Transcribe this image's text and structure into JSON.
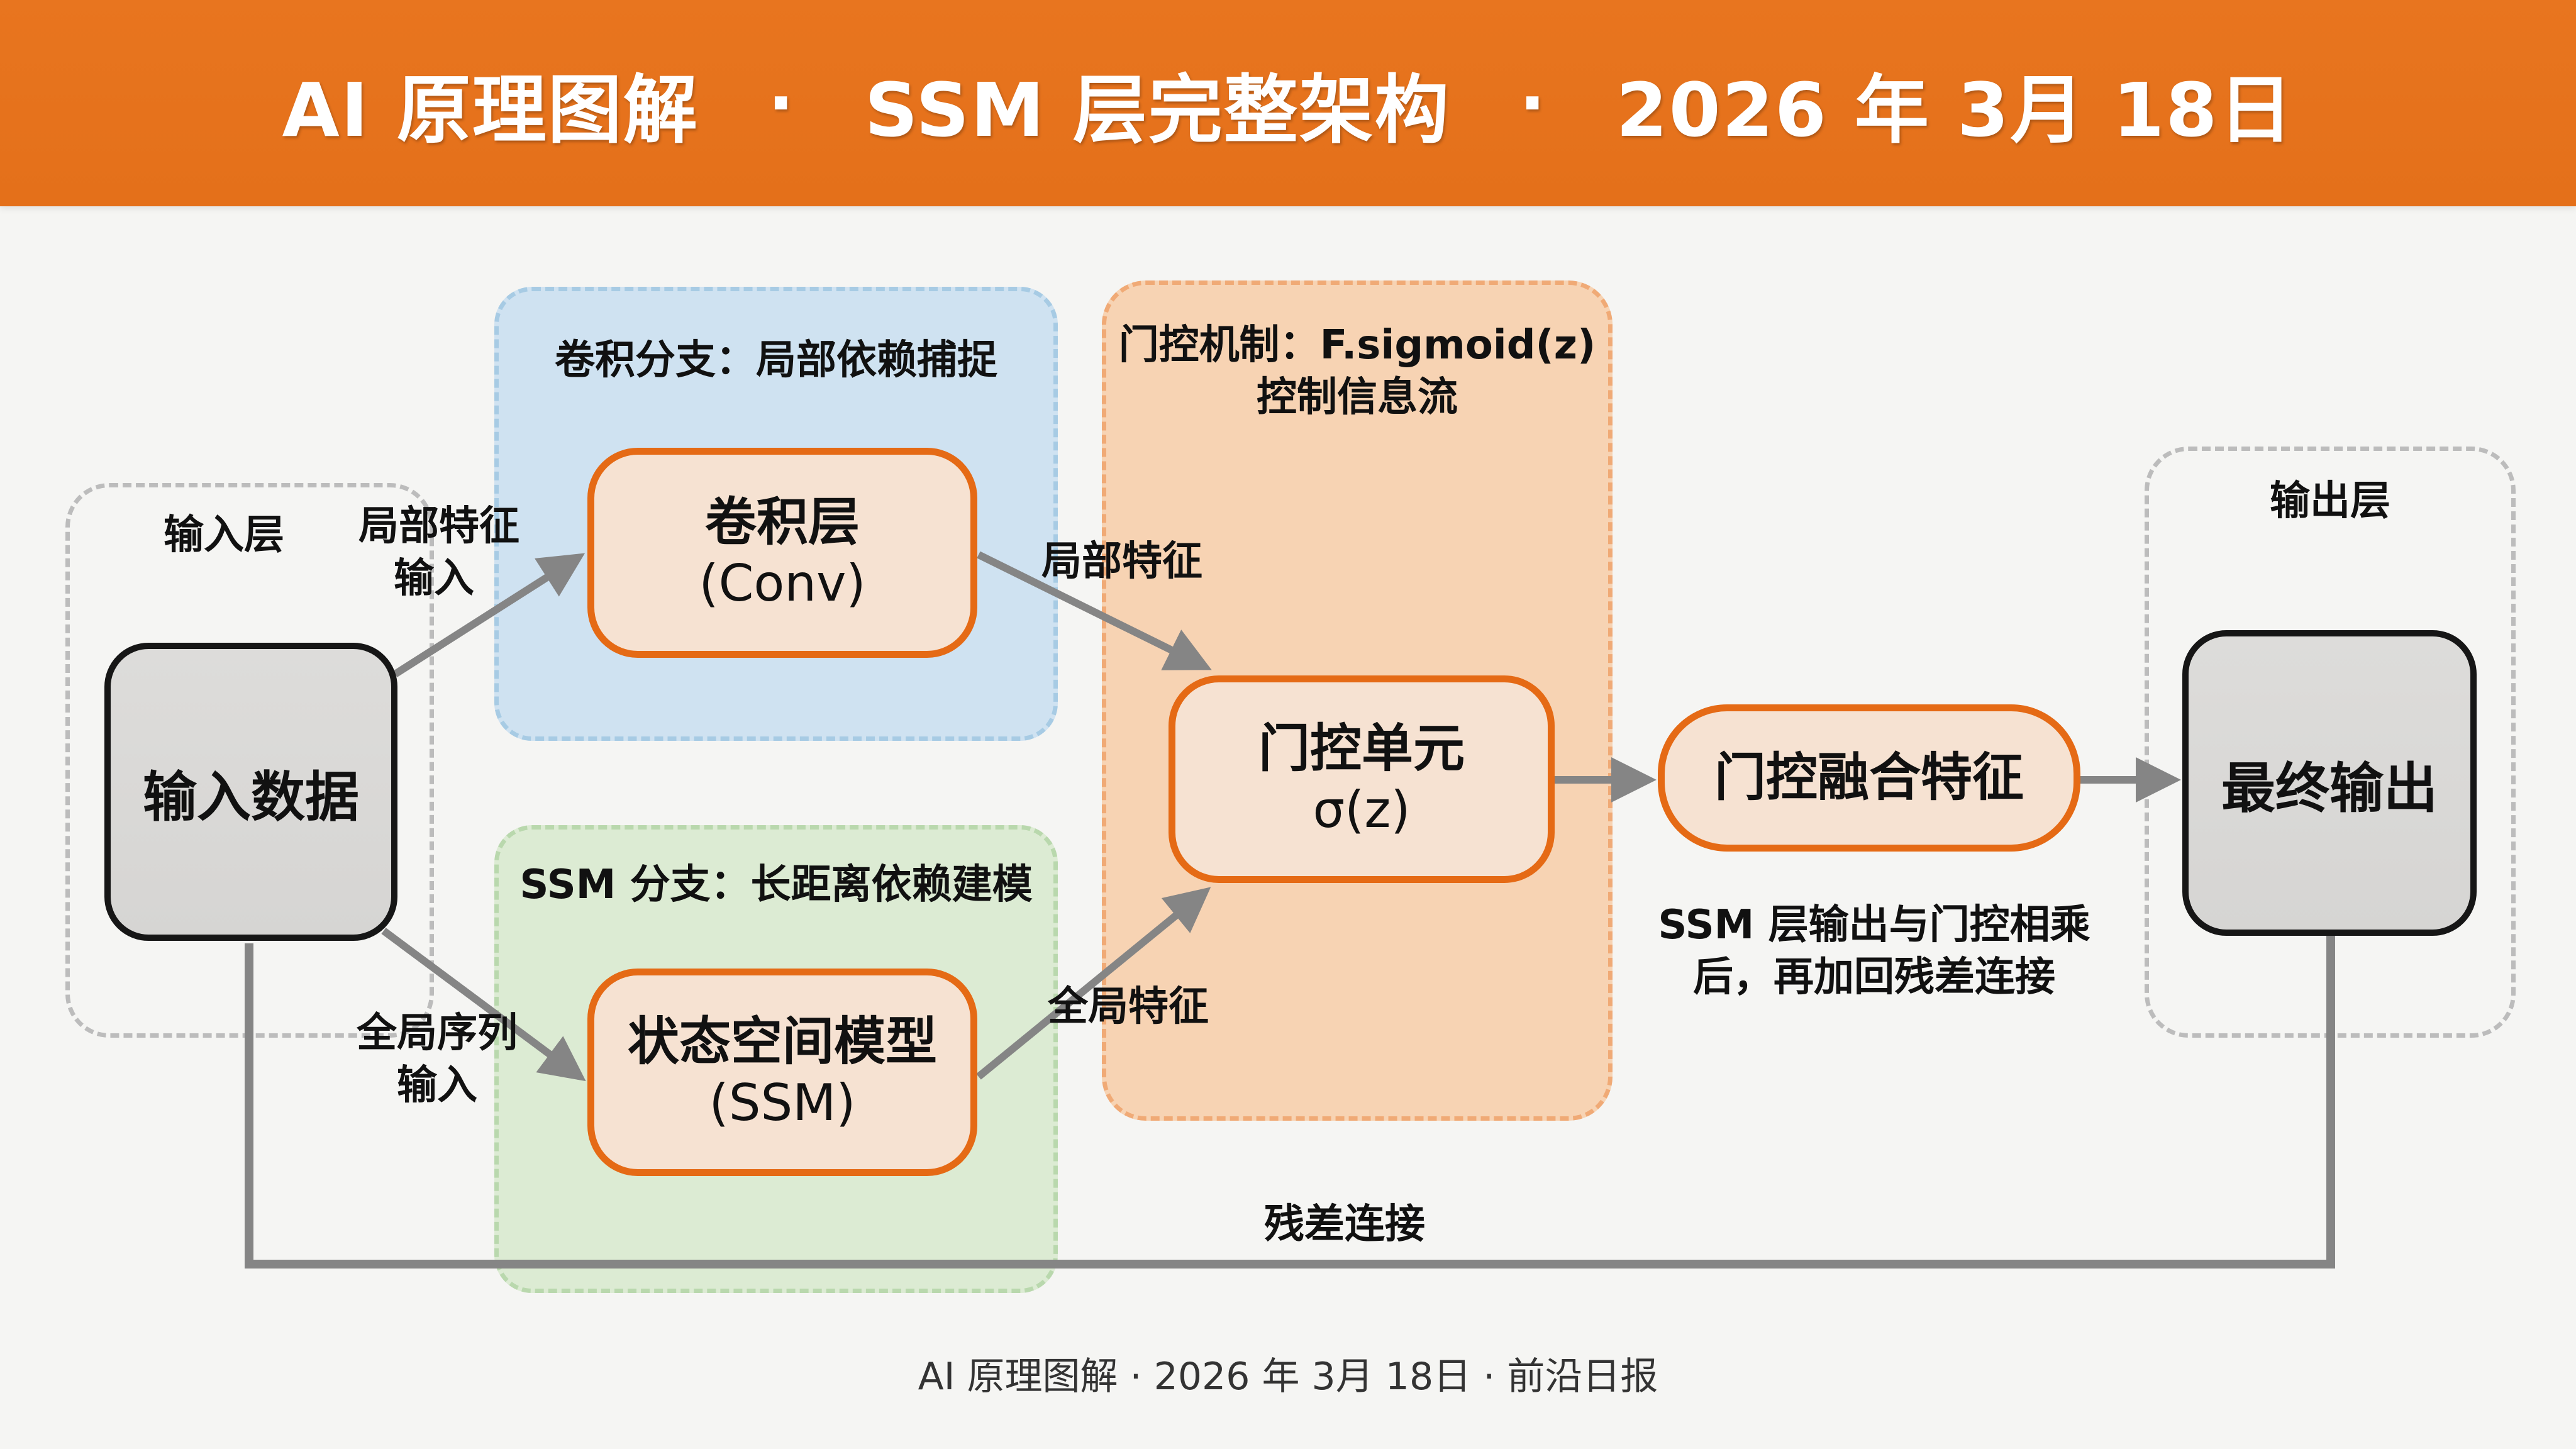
{
  "header": {
    "title_parts": [
      "AI 原理图解",
      "SSM 层完整架构",
      "2026 年 3月 18日"
    ],
    "separator": "·",
    "background_color": "#e6731c"
  },
  "groups": {
    "input_layer": {
      "label": "输入层"
    },
    "conv_branch": {
      "label": "卷积分支：局部依赖捕捉",
      "color": "#cfe2f1"
    },
    "ssm_branch": {
      "label": "SSM 分支：长距离依赖建模",
      "color": "#dcebd3"
    },
    "gate_mechanism": {
      "label_line1": "门控机制：F.sigmoid(z)",
      "label_line2": "控制信息流",
      "color": "#f7d3b3"
    },
    "output_layer": {
      "label": "输出层"
    }
  },
  "nodes": {
    "input_data": {
      "label": "输入数据"
    },
    "conv": {
      "label": "卷积层",
      "sub": "(Conv)"
    },
    "ssm": {
      "label": "状态空间模型",
      "sub": "(SSM)"
    },
    "gate_unit": {
      "label": "门控单元",
      "sub": "σ(z)"
    },
    "gated_fusion": {
      "label": "门控融合特征"
    },
    "final_output": {
      "label": "最终输出"
    }
  },
  "edges": {
    "input_to_conv": {
      "line1": "局部特征",
      "line2": "输入"
    },
    "input_to_ssm": {
      "line1": "全局序列",
      "line2": "输入"
    },
    "conv_to_gate": {
      "label": "局部特征"
    },
    "ssm_to_gate": {
      "label": "全局特征"
    },
    "residual": {
      "label": "残差连接"
    }
  },
  "annotation": {
    "line1": "SSM 层输出与门控相乘",
    "line2": "后，再加回残差连接"
  },
  "footer": {
    "text": "AI 原理图解 · 2026 年 3月 18日 · 前沿日报"
  },
  "colors": {
    "accent_orange": "#e56a15",
    "arrow_gray": "#858585",
    "node_fill_orange": "#f6e2d2",
    "node_fill_gray": "#d9d8d6"
  }
}
